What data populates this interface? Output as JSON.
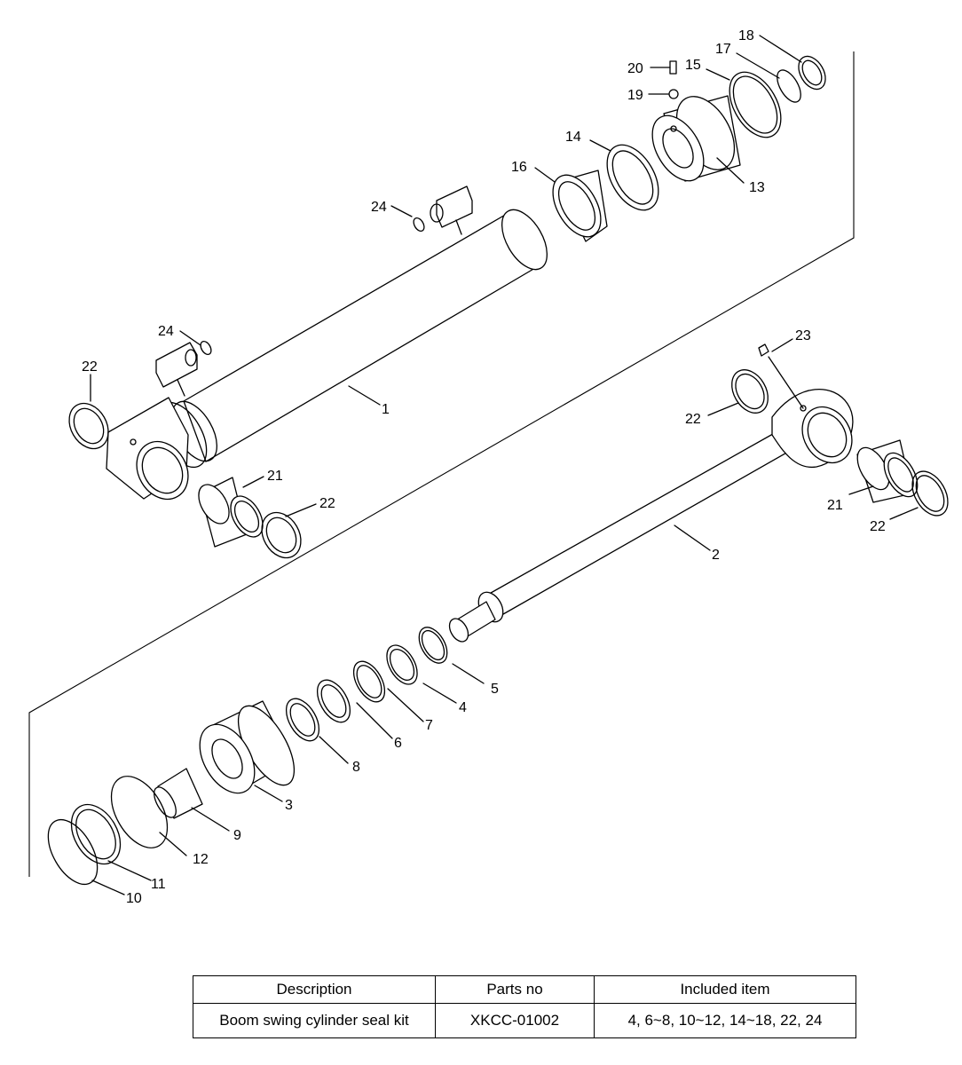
{
  "diagram": {
    "callouts": {
      "c1": "1",
      "c2": "2",
      "c3": "3",
      "c4": "4",
      "c5": "5",
      "c6": "6",
      "c7": "7",
      "c8": "8",
      "c9": "9",
      "c10": "10",
      "c11": "11",
      "c12": "12",
      "c13": "13",
      "c14": "14",
      "c15": "15",
      "c16": "16",
      "c17": "17",
      "c18": "18",
      "c19": "19",
      "c20": "20",
      "c21a": "21",
      "c21b": "21",
      "c22a": "22",
      "c22b": "22",
      "c22c": "22",
      "c22d": "22",
      "c23": "23",
      "c24a": "24",
      "c24b": "24"
    }
  },
  "kit_table": {
    "headers": [
      "Description",
      "Parts no",
      "Included item"
    ],
    "rows": [
      [
        "Boom swing cylinder seal kit",
        "XKCC-01002",
        "4, 6~8, 10~12, 14~18, 22, 24"
      ]
    ]
  }
}
